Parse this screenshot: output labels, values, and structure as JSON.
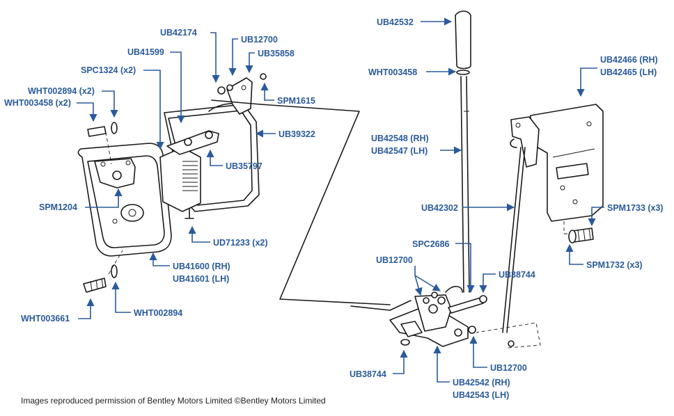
{
  "labels": {
    "ub42174": "UB42174",
    "ub12700_top": "UB12700",
    "ub35858": "UB35858",
    "ub41599": "UB41599",
    "spc1324": "SPC1324 (x2)",
    "wht002894_x2": "WHT002894 (x2)",
    "wht003458_x2": "WHT003458 (x2)",
    "spm1615": "SPM1615",
    "ub39322": "UB39322",
    "ub35797": "UB35797",
    "spm1204": "SPM1204",
    "ud71233": "UD71233 (x2)",
    "ub41600": "UB41600 (RH)",
    "ub41601": "UB41601 (LH)",
    "wht003661": "WHT003661",
    "wht002894": "WHT002894",
    "ub42532": "UB42532",
    "wht003458": "WHT003458",
    "ub42548": "UB42548 (RH)",
    "ub42547": "UB42547 (LH)",
    "ub42466": "UB42466 (RH)",
    "ub42465": "UB42465 (LH)",
    "ub42302": "UB42302",
    "spm1733": "SPM1733 (x3)",
    "spm1732": "SPM1732 (x3)",
    "spc2686": "SPC2686",
    "ub12700_mid": "UB12700",
    "ub38744_right": "UB38744",
    "ub38744_left": "UB38744",
    "ub12700_low": "UB12700",
    "ub42542": "UB42542 (RH)",
    "ub42543": "UB42543 (LH)"
  },
  "credit": "Images reproduced permission of Bentley Motors Limited ©Bentley Motors Limited",
  "colors": {
    "label": "#2a5a9c",
    "linework": "#1a1a1a",
    "background": "#ffffff"
  }
}
